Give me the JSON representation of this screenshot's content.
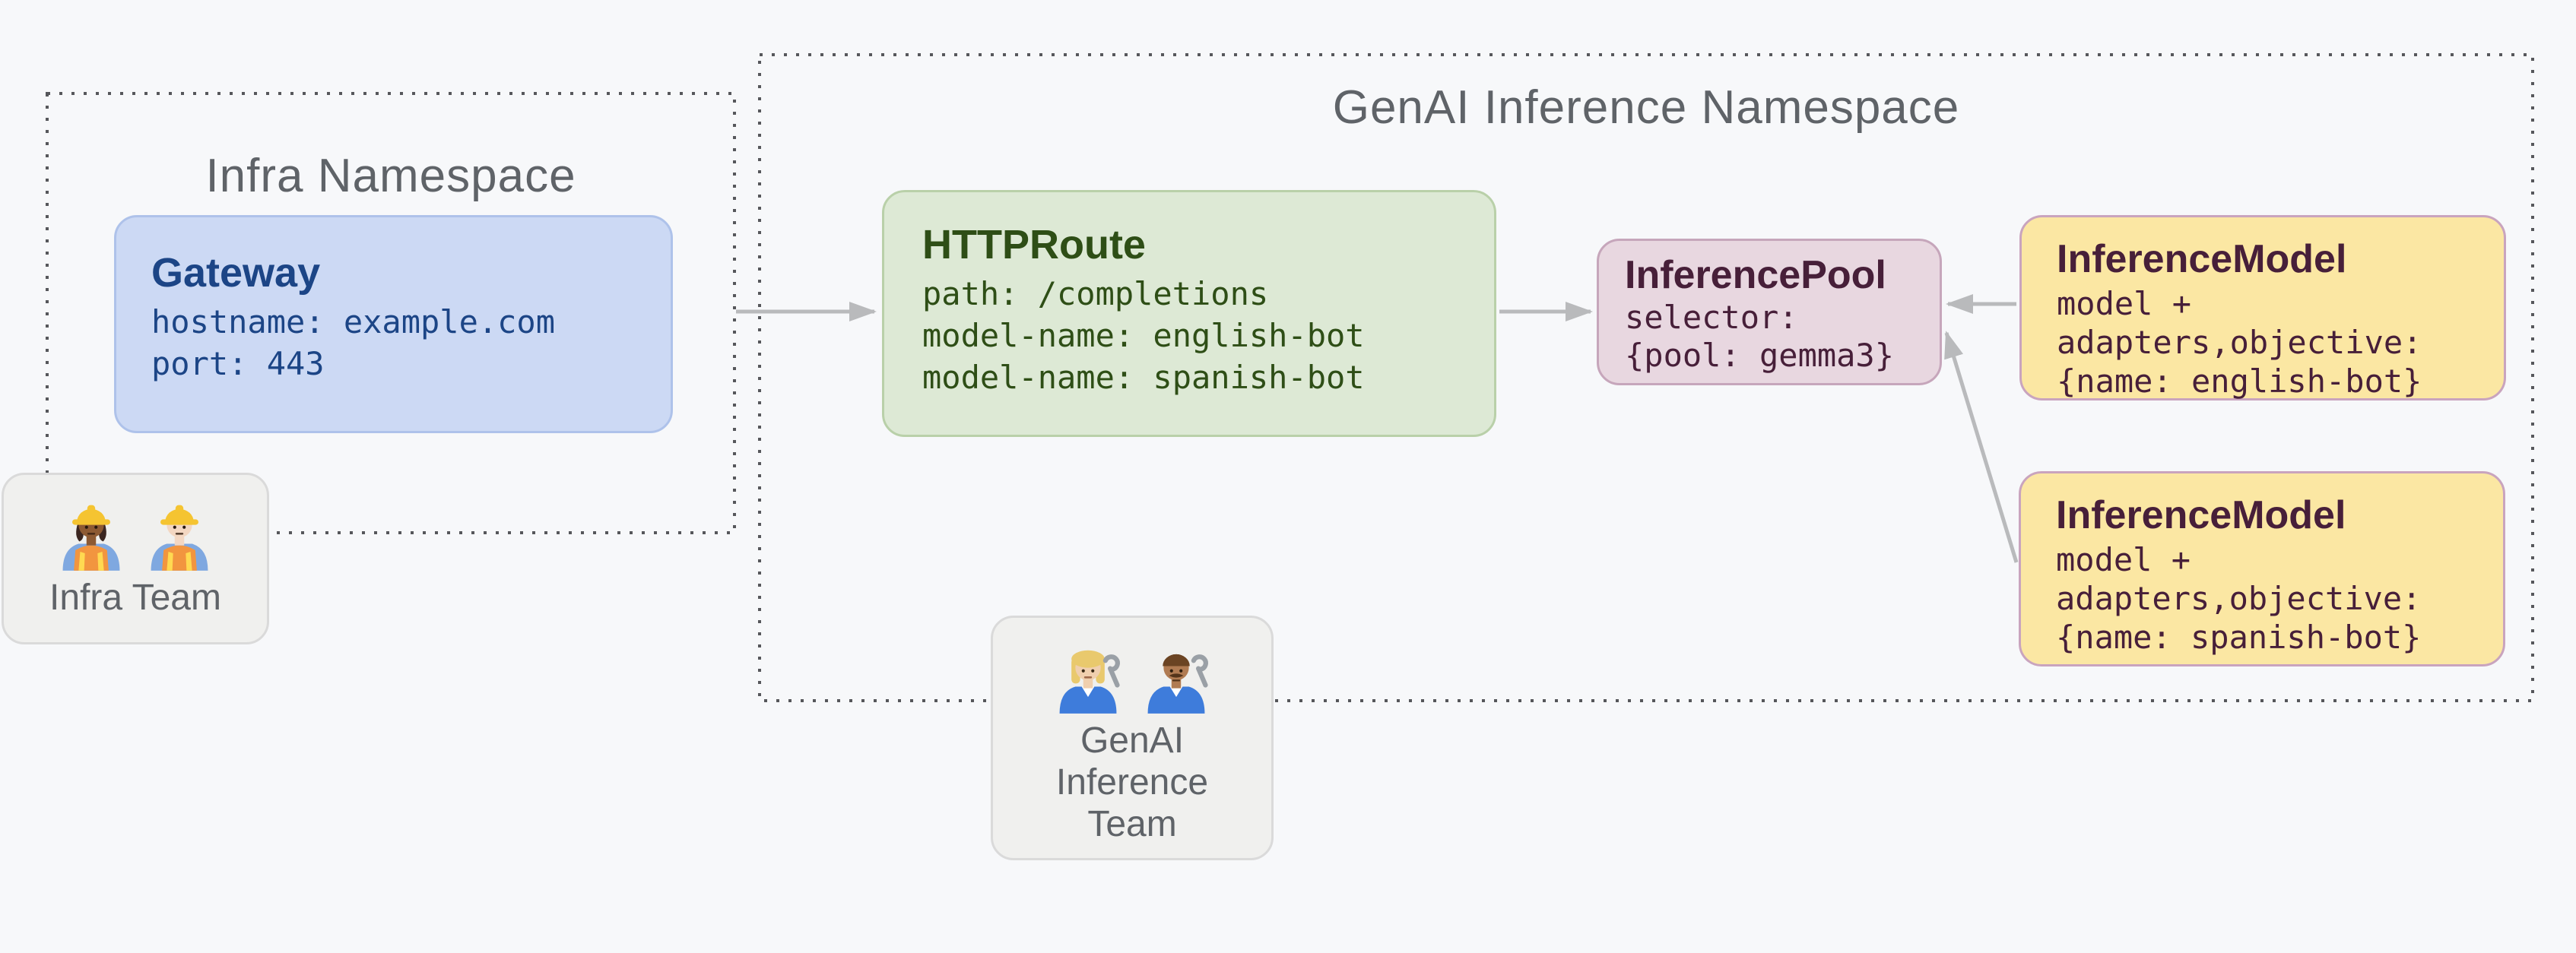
{
  "colors": {
    "canvas_bg": "#f7f8fa",
    "ns_border": "#56575b",
    "ns_title": "#5f6368",
    "arrow": "#b9babc",
    "gateway_fill": "#ccd9f4",
    "gateway_border": "#aec2ea",
    "gateway_text": "#1c4586",
    "httproute_fill": "#dde9d5",
    "httproute_border": "#b9d0a9",
    "httproute_text": "#2e4e16",
    "pool_fill": "#e8d7e0",
    "pool_border": "#c6a6bb",
    "pool_text": "#471f39",
    "model_fill": "#fbe7a3",
    "model_border": "#c9a4be",
    "model_text": "#471f39",
    "team_fill": "#f0f0ee",
    "team_border": "#dadada",
    "team_text": "#5f6368"
  },
  "namespaces": {
    "infra": {
      "title": "Infra Namespace"
    },
    "genai": {
      "title": "GenAI Inference Namespace"
    }
  },
  "nodes": {
    "gateway": {
      "title": "Gateway",
      "lines": [
        "hostname: example.com",
        "port: 443"
      ]
    },
    "httproute": {
      "title": "HTTPRoute",
      "lines": [
        "path: /completions",
        "model-name: english-bot",
        "model-name: spanish-bot"
      ]
    },
    "pool": {
      "title": "InferencePool",
      "lines": [
        "selector:",
        "{pool: gemma3}"
      ]
    },
    "model_english": {
      "title": "InferenceModel",
      "lines": [
        "model +",
        "adapters,objective:",
        "{name: english-bot}"
      ]
    },
    "model_spanish": {
      "title": "InferenceModel",
      "lines": [
        "model +",
        "adapters,objective:",
        "{name: spanish-bot}"
      ]
    }
  },
  "teams": {
    "infra": {
      "label": "Infra Team",
      "emojis": [
        "👷🏾‍♀️",
        "👷🏻‍♂️"
      ],
      "icons": [
        "woman-construction-worker-icon",
        "man-construction-worker-icon"
      ]
    },
    "genai": {
      "label": "GenAI Inference Team",
      "emojis": [
        "👩🏼‍🔧",
        "👨🏽‍🔧"
      ],
      "icons": [
        "woman-mechanic-icon",
        "man-mechanic-icon"
      ]
    }
  }
}
